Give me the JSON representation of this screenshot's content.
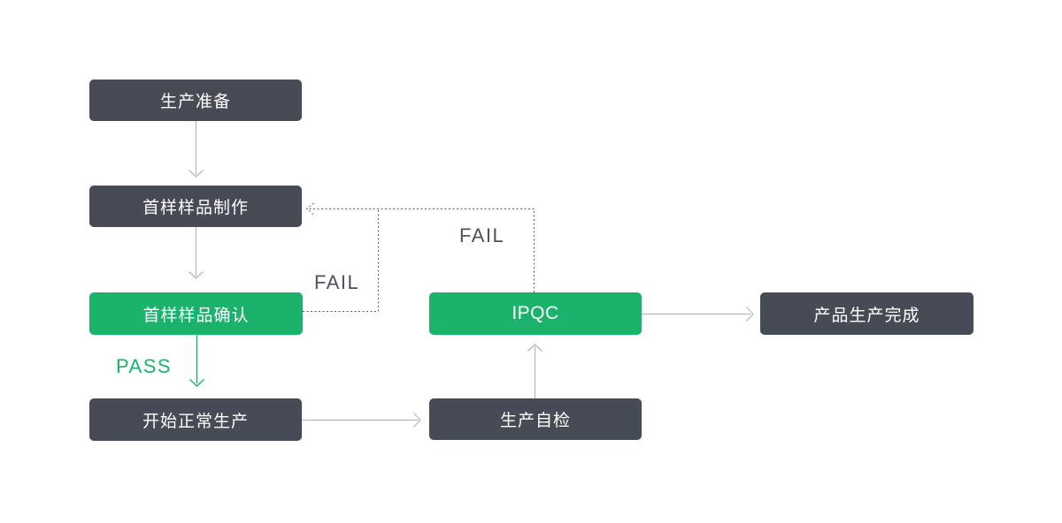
{
  "colors": {
    "dark_node": "#474b55",
    "green_node": "#1bb26c",
    "node_text": "#ffffff",
    "solid_arrow": "#b4b8be",
    "green_arrow": "#1bb26c",
    "dashed_line": "#595e66",
    "fail_text": "#4d525b",
    "pass_text": "#1bb26c",
    "background": "#ffffff"
  },
  "diagram": {
    "type": "flowchart",
    "nodes": [
      {
        "id": "production-prep",
        "label": "生产准备",
        "style": "dark"
      },
      {
        "id": "first-sample-making",
        "label": "首样样品制作",
        "style": "dark"
      },
      {
        "id": "first-sample-confirm",
        "label": "首样样品确认",
        "style": "green"
      },
      {
        "id": "start-normal-production",
        "label": "开始正常生产",
        "style": "dark"
      },
      {
        "id": "production-self-check",
        "label": "生产自检",
        "style": "dark"
      },
      {
        "id": "ipqc",
        "label": "IPQC",
        "style": "green"
      },
      {
        "id": "product-complete",
        "label": "产品生产完成",
        "style": "dark"
      }
    ],
    "edges": [
      {
        "from": "production-prep",
        "to": "first-sample-making",
        "style": "solid-gray",
        "label": ""
      },
      {
        "from": "first-sample-making",
        "to": "first-sample-confirm",
        "style": "solid-gray",
        "label": ""
      },
      {
        "from": "first-sample-confirm",
        "to": "start-normal-production",
        "style": "solid-green",
        "label": "PASS"
      },
      {
        "from": "start-normal-production",
        "to": "production-self-check",
        "style": "solid-gray",
        "label": ""
      },
      {
        "from": "production-self-check",
        "to": "ipqc",
        "style": "solid-gray",
        "label": ""
      },
      {
        "from": "ipqc",
        "to": "product-complete",
        "style": "solid-gray",
        "label": ""
      },
      {
        "from": "ipqc",
        "to": "first-sample-making",
        "style": "dashed",
        "label": "FAIL"
      },
      {
        "from": "first-sample-confirm",
        "to": "first-sample-making",
        "style": "dashed",
        "label": "FAIL"
      }
    ],
    "edge_labels": {
      "pass": "PASS",
      "fail_lower": "FAIL",
      "fail_upper": "FAIL"
    }
  }
}
